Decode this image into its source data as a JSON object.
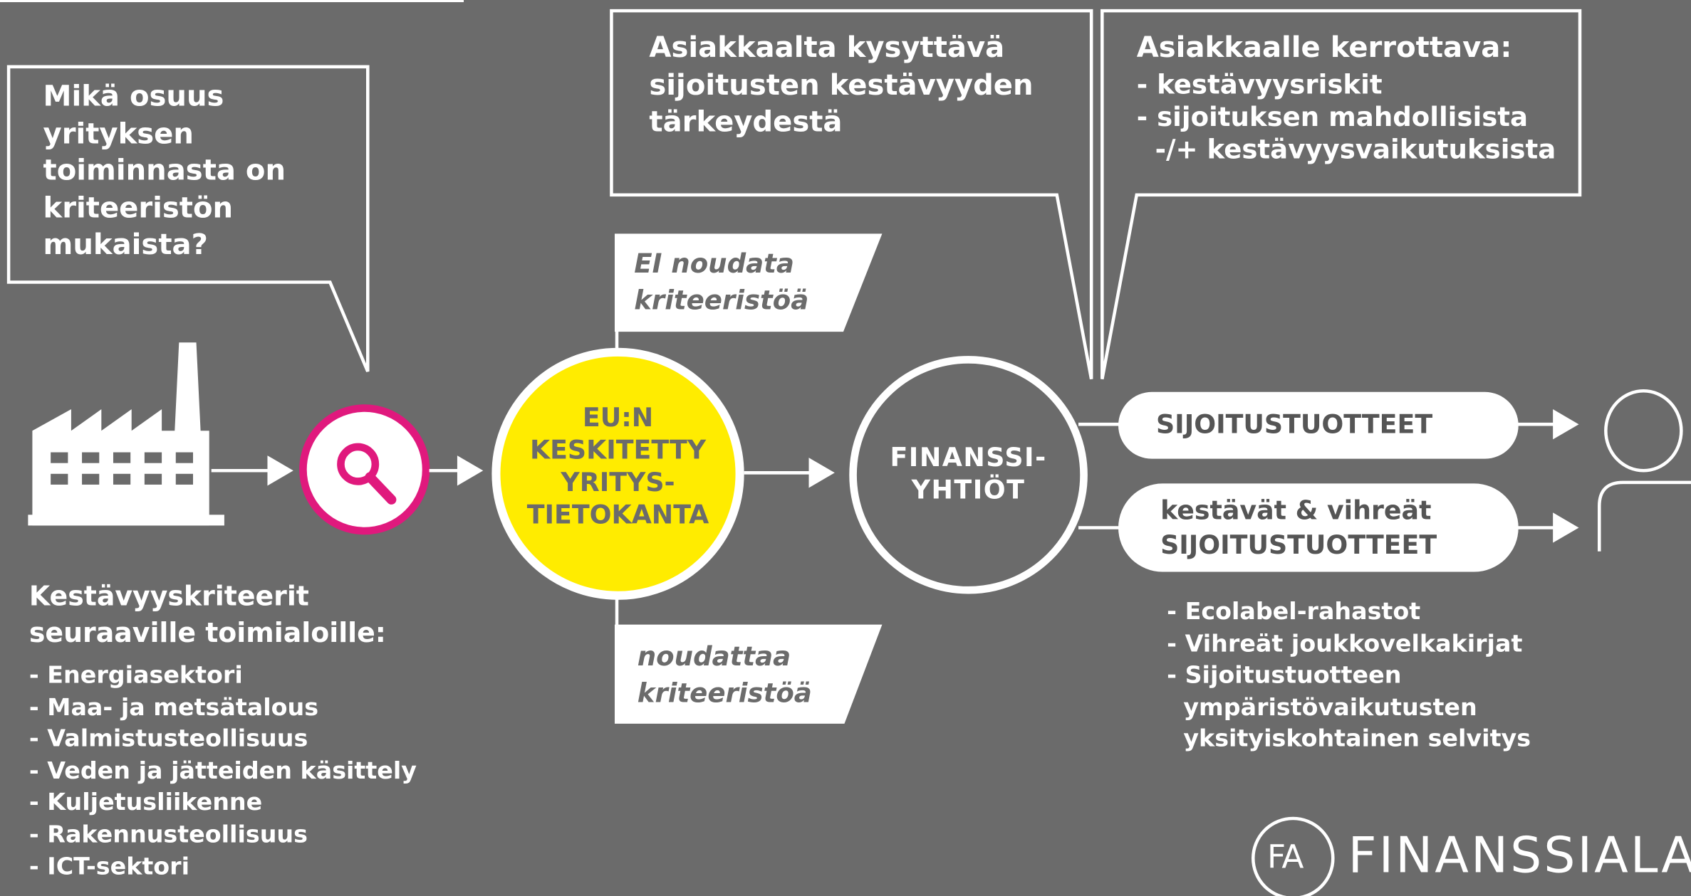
{
  "colors": {
    "background": "#6b6b6b",
    "accent_pink": "#e0197d",
    "accent_yellow": "#ffec00",
    "white": "#ffffff"
  },
  "question_bubble": {
    "lines": [
      "Mikä osuus",
      "yrityksen",
      "toiminnasta on",
      "kriteeristön",
      "mukaista?"
    ]
  },
  "ask_client_bubble": {
    "lines": [
      "Asiakkaalta kysyttävä",
      "sijoitusten kestävyyden",
      "tärkeydestä"
    ]
  },
  "tell_client_bubble": {
    "title": "Asiakkaalle kerrottava:",
    "lines": [
      "- kestävyysriskit",
      "- sijoituksen mahdollisista",
      "  -/+ kestävyysvaikutuksista"
    ]
  },
  "icons": {
    "factory": "factory-icon",
    "search": "magnifier-icon",
    "person": "person-icon"
  },
  "eu_database": {
    "lines": [
      "EU:N",
      "KESKITETTY",
      "YRITYS-",
      "TIETOKANTA"
    ]
  },
  "finance_companies": {
    "lines": [
      "FINANSSI-",
      "YHTIÖT"
    ]
  },
  "tag_not_follow": {
    "lines": [
      "EI noudata",
      "kriteeristöä"
    ]
  },
  "tag_follow": {
    "lines": [
      "noudattaa",
      "kriteeristöä"
    ]
  },
  "products_pill": {
    "label": "SIJOITUSTUOTTEET"
  },
  "green_products_pill": {
    "lines": [
      "kestävät & vihreät",
      "SIJOITUSTUOTTEET"
    ]
  },
  "criteria_list": {
    "title_lines": [
      "Kestävyyskriteerit",
      "seuraaville toimialoille:"
    ],
    "items": [
      "- Energiasektori",
      "- Maa- ja metsätalous",
      "- Valmistusteollisuus",
      "- Veden ja jätteiden käsittely",
      "- Kuljetusliikenne",
      "- Rakennusteollisuus",
      "- ICT-sektori"
    ]
  },
  "green_list": {
    "items": [
      "- Ecolabel-rahastot",
      "- Vihreät joukkovelkakirjat",
      "- Sijoitustuotteen",
      "  ympäristövaikutusten",
      "  yksityiskohtainen selvitys"
    ]
  },
  "logo": {
    "mark": "FA",
    "name": "FINANSSIALA"
  }
}
